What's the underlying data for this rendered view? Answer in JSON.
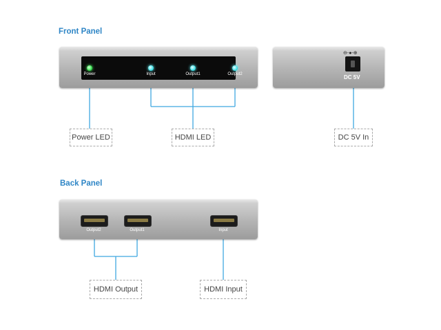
{
  "front_panel": {
    "heading": "Front Panel",
    "labels": {
      "power": "Power",
      "input": "Input",
      "output1": "Output1",
      "output2": "Output2"
    },
    "dc_label": "DC 5V",
    "polarity_symbol": "⊖-●-⊕"
  },
  "back_panel": {
    "heading": "Back Panel",
    "labels": {
      "output2": "Output2",
      "output1": "Output1",
      "input": "Input"
    }
  },
  "callouts": {
    "power_led": "Power LED",
    "hdmi_led": "HDMI LED",
    "dc_in": "DC 5V In",
    "hdmi_output": "HDMI Output",
    "hdmi_input": "HDMI Input"
  },
  "colors": {
    "accent": "#2f86c6",
    "connector_line": "#3fa7e0",
    "power_led": "#36e050",
    "hdmi_led": "#3ee0e6"
  }
}
